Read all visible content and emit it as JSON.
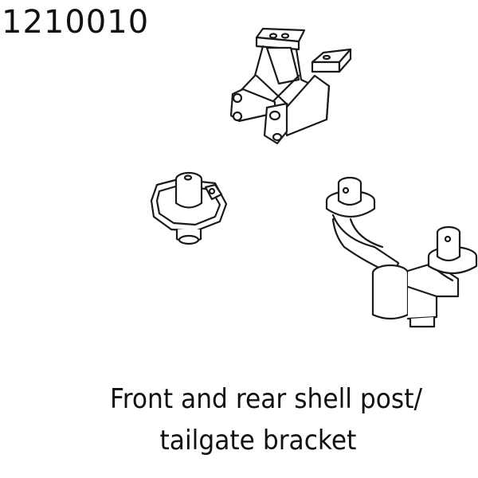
{
  "part_number": "1210010",
  "caption": {
    "line1": "Front and rear shell post/",
    "line2": "tailgate bracket"
  },
  "illustration": {
    "parts": [
      "front-shell-post-mount",
      "rear-shell-post-mount",
      "tailgate-bracket"
    ],
    "line_color": "#1a1a1a",
    "fill_color": "#ffffff"
  }
}
